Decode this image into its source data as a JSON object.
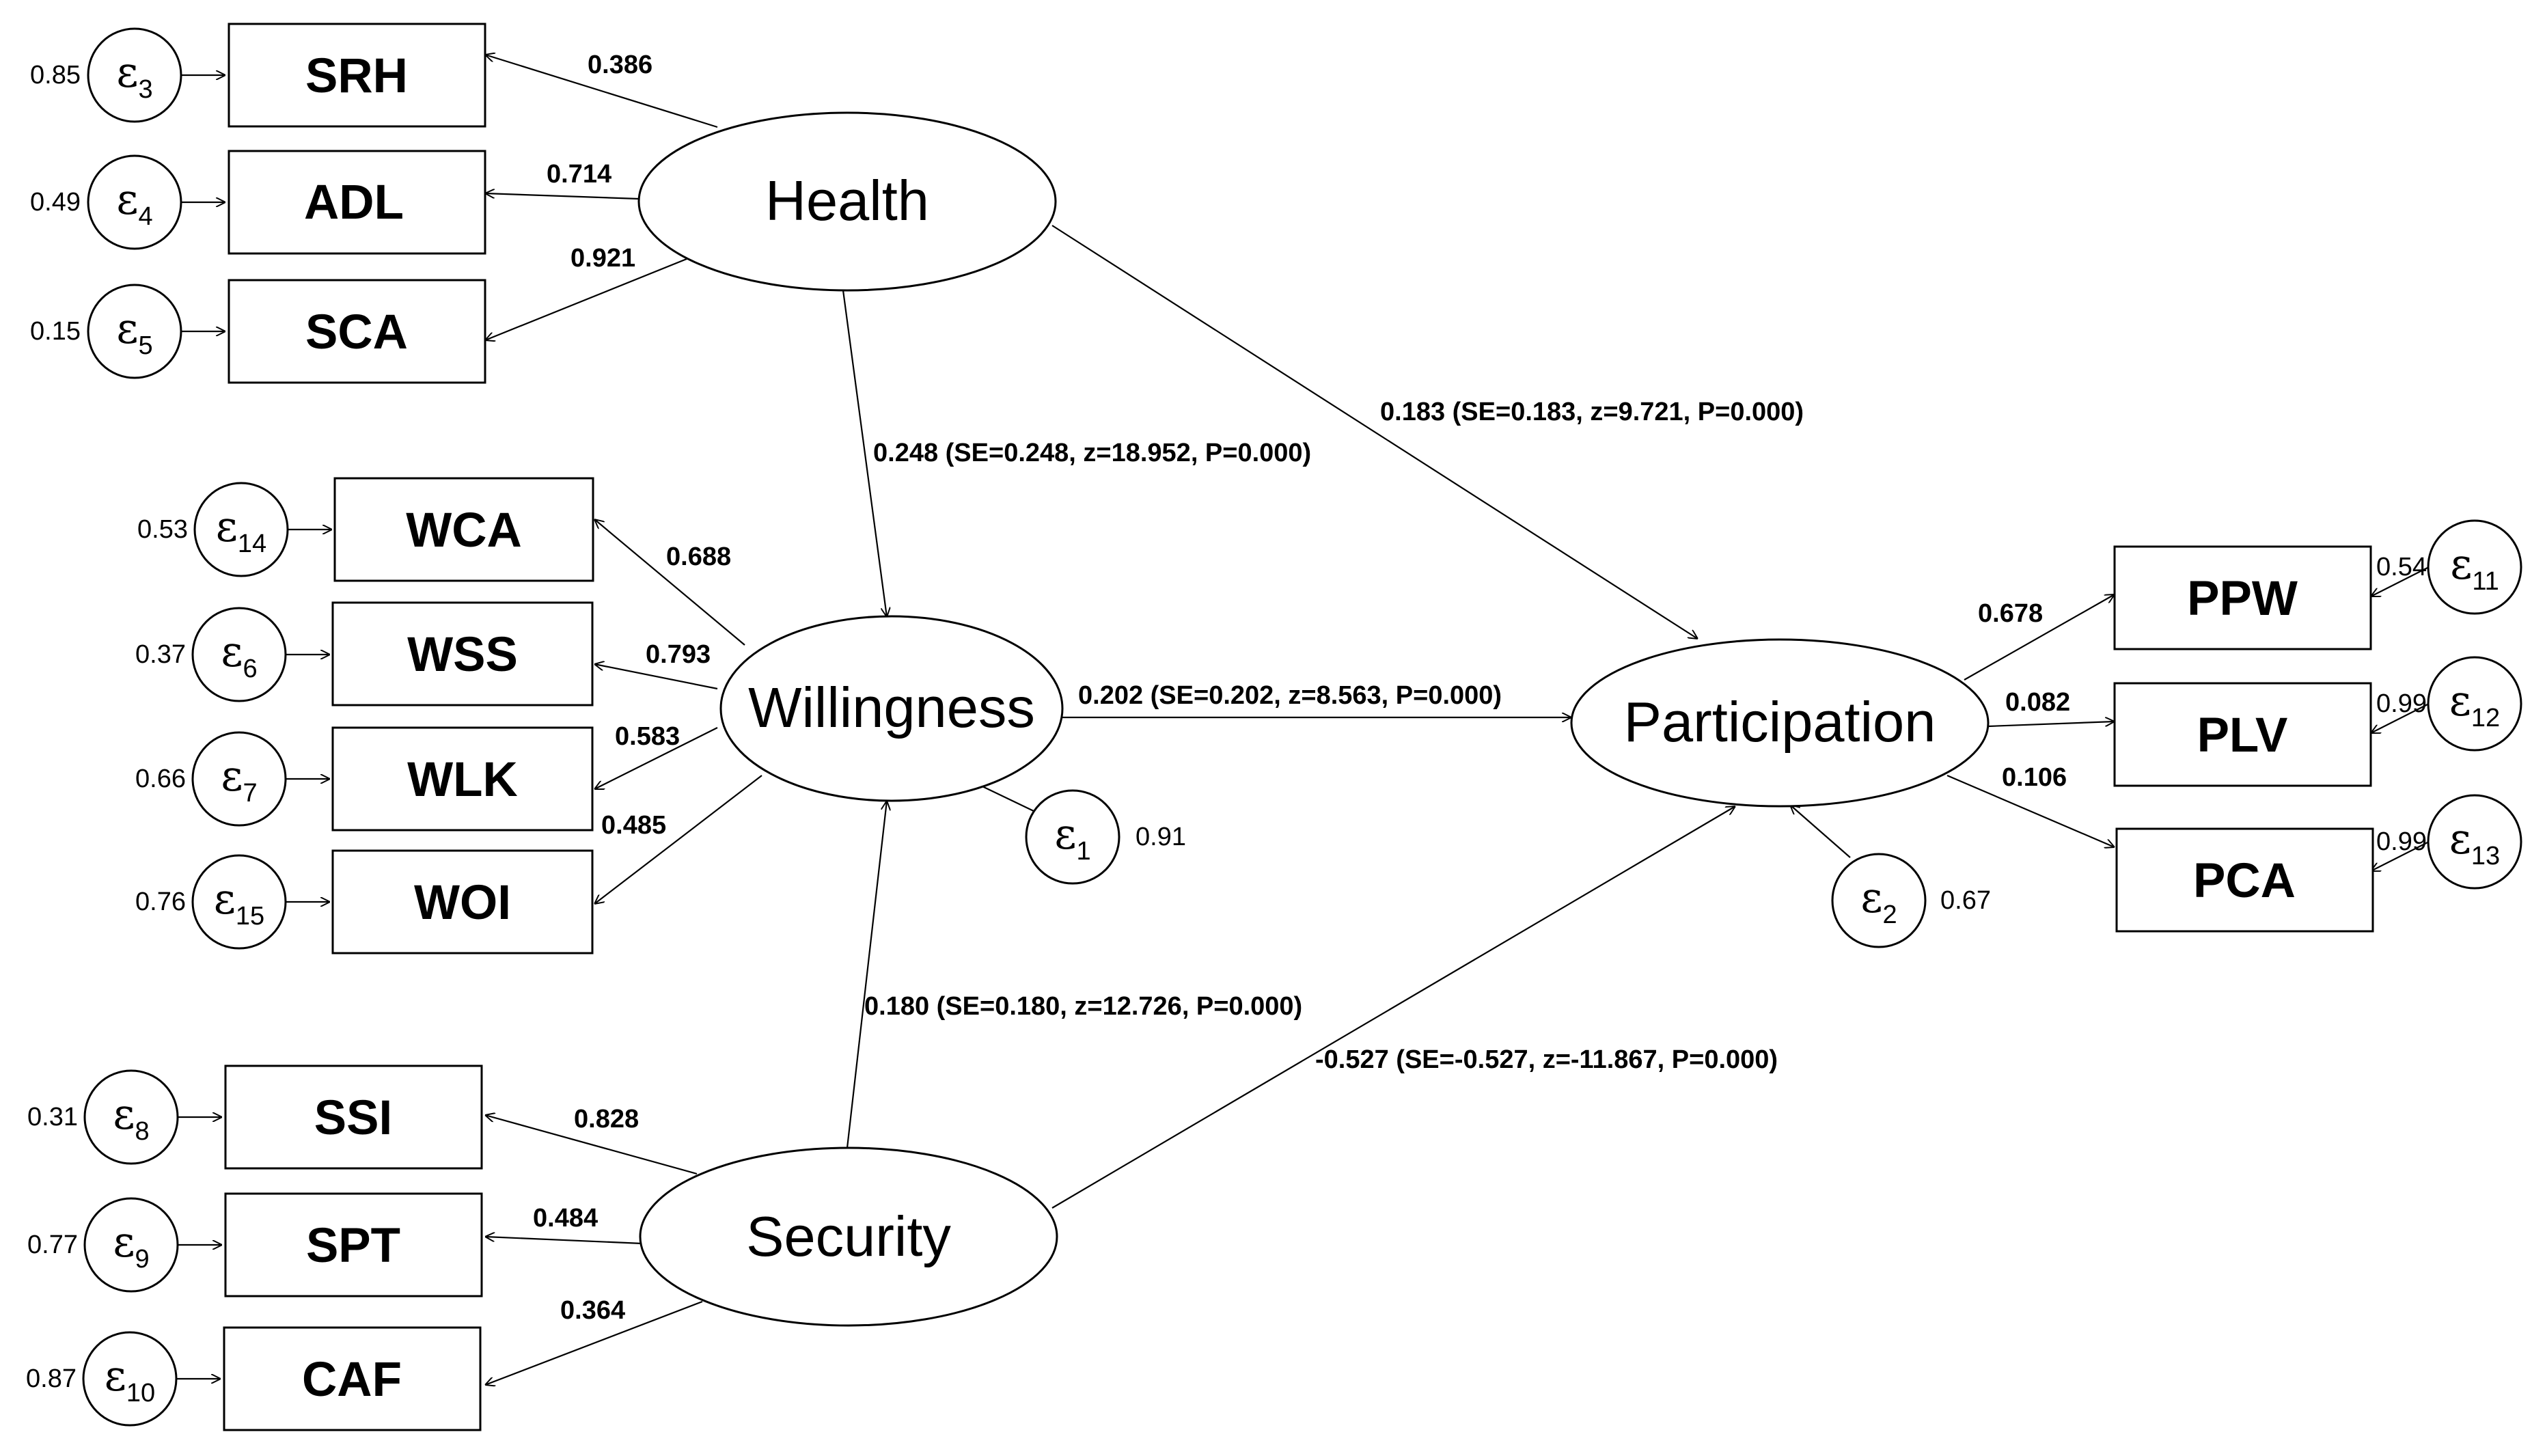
{
  "latents": {
    "health": "Health",
    "willingness": "Willingness",
    "security": "Security",
    "participation": "Participation"
  },
  "indicators": {
    "srh": "SRH",
    "adl": "ADL",
    "sca": "SCA",
    "wca": "WCA",
    "wss": "WSS",
    "wlk": "WLK",
    "woi": "WOI",
    "ssi": "SSI",
    "spt": "SPT",
    "caf": "CAF",
    "ppw": "PPW",
    "plv": "PLV",
    "pca": "PCA"
  },
  "loadings": {
    "srh": "0.386",
    "adl": "0.714",
    "sca": "0.921",
    "wca": "0.688",
    "wss": "0.793",
    "wlk": "0.583",
    "woi": "0.485",
    "ssi": "0.828",
    "spt": "0.484",
    "caf": "0.364",
    "ppw": "0.678",
    "plv": "0.082",
    "pca": "0.106"
  },
  "structural_paths": {
    "health_willingness": "0.248 (SE=0.248, z=18.952, P=0.000)",
    "health_participation": "0.183 (SE=0.183, z=9.721, P=0.000)",
    "willingness_participation": "0.202 (SE=0.202, z=8.563, P=0.000)",
    "security_willingness": "0.180 (SE=0.180, z=12.726, P=0.000)",
    "security_participation": "-0.527 (SE=-0.527, z=-11.867, P=0.000)"
  },
  "errors": {
    "e1": {
      "symbol": "ε",
      "sub": "1",
      "variance": "0.91"
    },
    "e2": {
      "symbol": "ε",
      "sub": "2",
      "variance": "0.67"
    },
    "e3": {
      "symbol": "ε",
      "sub": "3",
      "variance": "0.85"
    },
    "e4": {
      "symbol": "ε",
      "sub": "4",
      "variance": "0.49"
    },
    "e5": {
      "symbol": "ε",
      "sub": "5",
      "variance": "0.15"
    },
    "e6": {
      "symbol": "ε",
      "sub": "6",
      "variance": "0.37"
    },
    "e7": {
      "symbol": "ε",
      "sub": "7",
      "variance": "0.66"
    },
    "e8": {
      "symbol": "ε",
      "sub": "8",
      "variance": "0.31"
    },
    "e9": {
      "symbol": "ε",
      "sub": "9",
      "variance": "0.77"
    },
    "e10": {
      "symbol": "ε",
      "sub": "10",
      "variance": "0.87"
    },
    "e11": {
      "symbol": "ε",
      "sub": "11",
      "variance": "0.54"
    },
    "e12": {
      "symbol": "ε",
      "sub": "12",
      "variance": "0.99"
    },
    "e13": {
      "symbol": "ε",
      "sub": "13",
      "variance": "0.99"
    },
    "e14": {
      "symbol": "ε",
      "sub": "14",
      "variance": "0.53"
    },
    "e15": {
      "symbol": "ε",
      "sub": "15",
      "variance": "0.76"
    }
  }
}
